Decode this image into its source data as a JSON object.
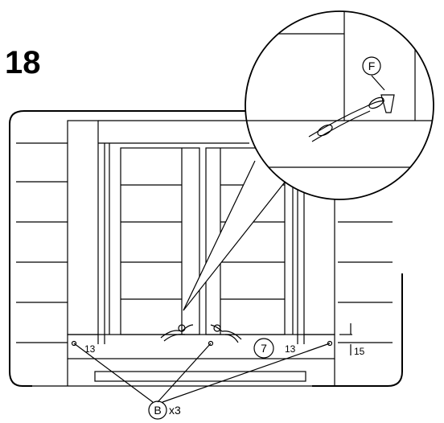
{
  "step_number": "18",
  "parts": {
    "hook_label": "F",
    "panel_label": "7",
    "screw_label": "B",
    "screw_qty": "x3"
  },
  "dimensions": {
    "left_offset": "13",
    "right_offset": "13",
    "height_offset": "15"
  }
}
